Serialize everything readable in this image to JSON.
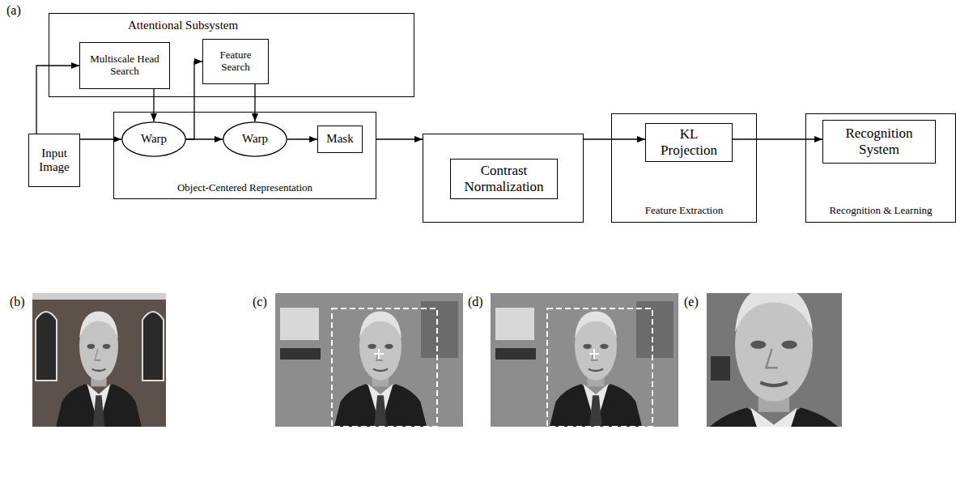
{
  "diagram": {
    "nodes": [
      {
        "text": [
          "Attentional Subsystem"
        ]
      },
      {
        "text": [
          "Multiscale Head Search"
        ],
        "in": 0
      },
      {
        "text": [
          "Feature Search"
        ],
        "in": 0
      },
      {
        "text": [
          "Input Image"
        ]
      },
      {
        "text": [
          "Object-Centered Representation"
        ]
      },
      {
        "text": [
          "Warp"
        ],
        "in": 4
      },
      {
        "text": [
          "Warp"
        ],
        "in": 4
      },
      {
        "text": [
          "Mask"
        ],
        "in": 4
      },
      {
        "text": [
          "Contrast Normalization"
        ]
      },
      {
        "text": [
          "Feature Extraction"
        ]
      },
      {
        "text": [
          "KL Projection"
        ],
        "in": 9
      },
      {
        "text": [
          "Recognition & Learning"
        ]
      },
      {
        "text": [
          "Recognition System"
        ],
        "in": 11
      }
    ],
    "edges": [
      {
        "from": 3,
        "to": 1,
        "arrow": "to"
      },
      {
        "from": 3,
        "to": 5,
        "arrow": "to"
      },
      {
        "from": 1,
        "to": 5,
        "arrow": "to"
      },
      {
        "from": 5,
        "to": 6,
        "arrow": "to"
      },
      {
        "from": 5,
        "to": 2,
        "arrow": "to"
      },
      {
        "from": 2,
        "to": 6,
        "arrow": "to"
      },
      {
        "from": 6,
        "to": 7,
        "arrow": "to"
      },
      {
        "from": 4,
        "to": 8,
        "arrow": "to"
      },
      {
        "from": 8,
        "to": 10,
        "arrow": "to"
      },
      {
        "from": 10,
        "to": 12,
        "arrow": "to"
      }
    ],
    "labels": [
      "(a)",
      "(b)",
      "(c)",
      "(d)",
      "(e)"
    ]
  }
}
